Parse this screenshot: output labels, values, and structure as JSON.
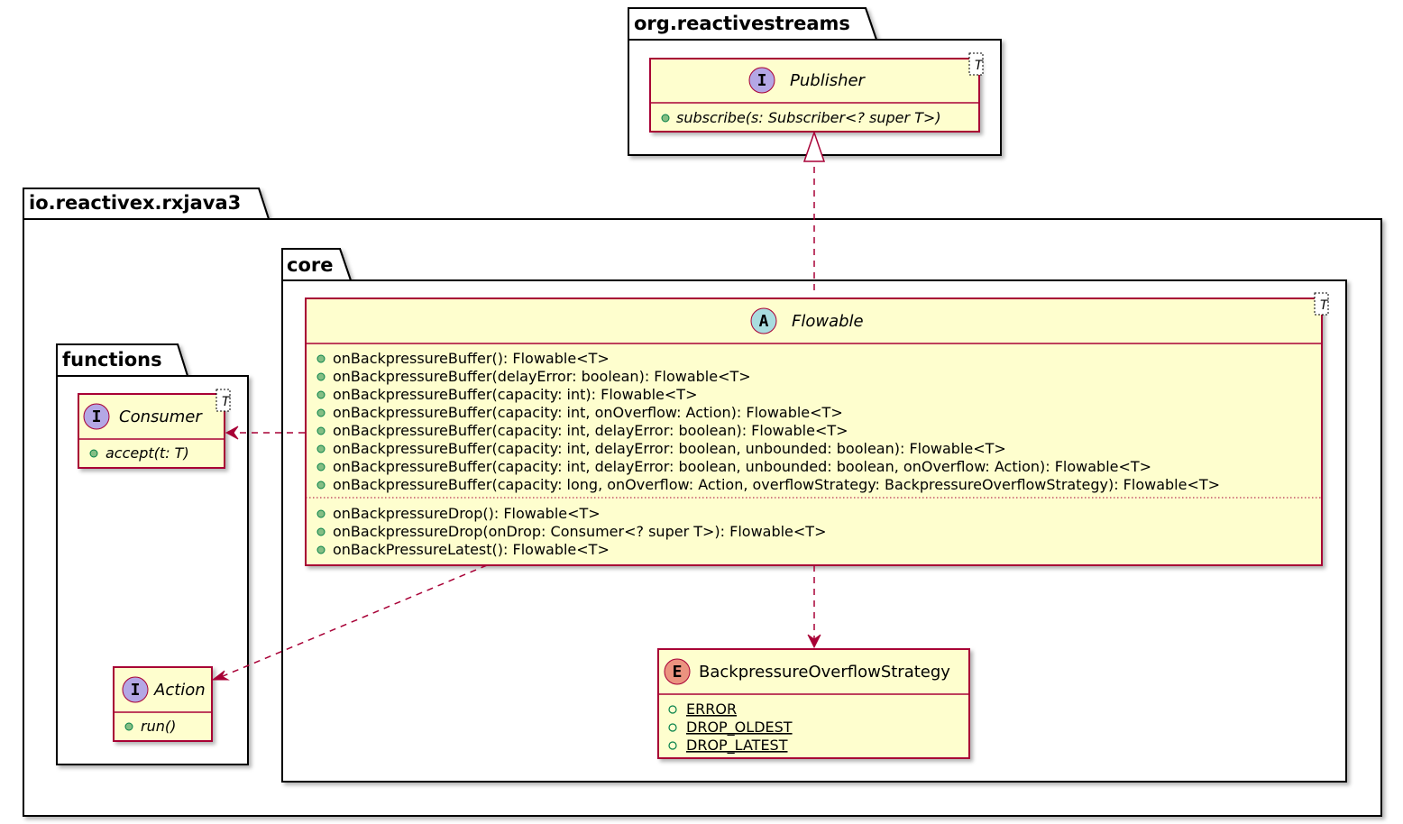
{
  "packages": {
    "org_reactivestreams": "org.reactivestreams",
    "io_reactivex_rxjava3": "io.reactivex.rxjava3",
    "core": "core",
    "functions": "functions"
  },
  "classes": {
    "publisher": {
      "stereotype": "I",
      "name": "Publisher",
      "type_param": "T",
      "methods": [
        "subscribe(s: Subscriber<? super T>)"
      ]
    },
    "flowable": {
      "stereotype": "A",
      "name": "Flowable",
      "type_param": "T",
      "methods_group1": [
        "onBackpressureBuffer(): Flowable<T>",
        "onBackpressureBuffer(delayError: boolean): Flowable<T>",
        "onBackpressureBuffer(capacity: int): Flowable<T>",
        "onBackpressureBuffer(capacity: int, onOverflow: Action): Flowable<T>",
        "onBackpressureBuffer(capacity: int, delayError: boolean): Flowable<T>",
        "onBackpressureBuffer(capacity: int, delayError: boolean, unbounded: boolean): Flowable<T>",
        "onBackpressureBuffer(capacity: int, delayError: boolean, unbounded: boolean, onOverflow: Action): Flowable<T>",
        "onBackpressureBuffer(capacity: long, onOverflow: Action, overflowStrategy: BackpressureOverflowStrategy): Flowable<T>"
      ],
      "methods_group2": [
        "onBackpressureDrop(): Flowable<T>",
        "onBackpressureDrop(onDrop: Consumer<? super T>): Flowable<T>",
        "onBackPressureLatest(): Flowable<T>"
      ]
    },
    "consumer": {
      "stereotype": "I",
      "name": "Consumer",
      "type_param": "T",
      "methods": [
        "accept(t: T)"
      ]
    },
    "action": {
      "stereotype": "I",
      "name": "Action",
      "methods": [
        "run()"
      ]
    },
    "backpressure_overflow_strategy": {
      "stereotype": "E",
      "name": "BackpressureOverflowStrategy",
      "constants": [
        "ERROR",
        "DROP_OLDEST",
        "DROP_LATEST"
      ]
    }
  },
  "colors": {
    "class_fill": "#fefece",
    "class_border": "#a80036",
    "interface_circle": "#b4a7e5",
    "abstract_circle": "#a9dcdf",
    "enum_circle": "#eb937f",
    "public_marker": "#84be84"
  }
}
